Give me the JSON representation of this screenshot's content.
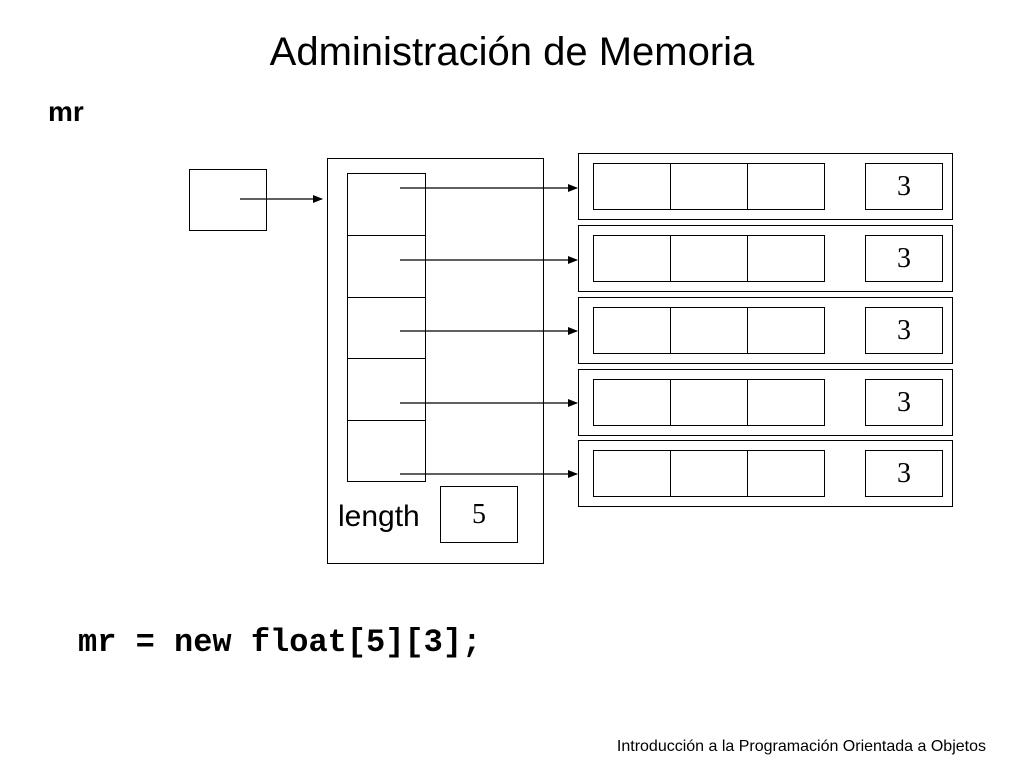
{
  "title": "Administración de Memoria",
  "variable_label": "mr",
  "outer_array": {
    "length_label": "length",
    "length_value": "5"
  },
  "rows": [
    {
      "length_value": "3"
    },
    {
      "length_value": "3"
    },
    {
      "length_value": "3"
    },
    {
      "length_value": "3"
    },
    {
      "length_value": "3"
    }
  ],
  "code_line": "mr = new float[5][3];",
  "footer": "Introducción a la Programación Orientada a Objetos"
}
